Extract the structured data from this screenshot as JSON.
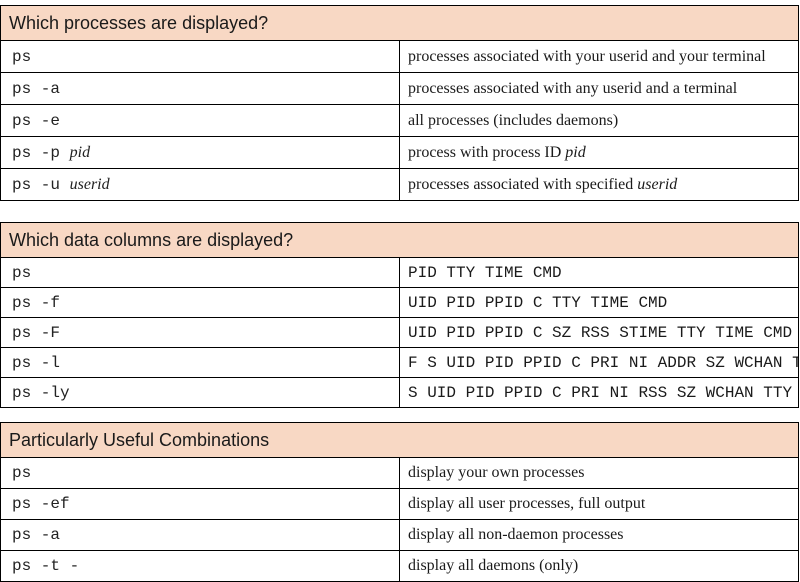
{
  "table1": {
    "title": "Which processes are displayed?",
    "rows": [
      {
        "cmd": "ps",
        "arg": "",
        "desc": "processes associated with your userid and your terminal",
        "desc_em": ""
      },
      {
        "cmd": "ps -a",
        "arg": "",
        "desc": "processes associated with any userid and a terminal",
        "desc_em": ""
      },
      {
        "cmd": "ps -e",
        "arg": "",
        "desc": "all processes (includes daemons)",
        "desc_em": ""
      },
      {
        "cmd": "ps -p",
        "arg": "pid",
        "desc": "process with process ID",
        "desc_em": "pid"
      },
      {
        "cmd": "ps -u",
        "arg": "userid",
        "desc": "processes associated with specified",
        "desc_em": "userid"
      }
    ]
  },
  "table2": {
    "title": "Which data columns are displayed?",
    "rows": [
      {
        "cmd": "ps",
        "cols": "PID TTY TIME CMD"
      },
      {
        "cmd": "ps -f",
        "cols": "UID PID PPID C TTY TIME CMD"
      },
      {
        "cmd": "ps -F",
        "cols": "UID PID PPID C SZ RSS STIME TTY TIME CMD"
      },
      {
        "cmd": "ps -l",
        "cols": "F S UID PID PPID C PRI NI ADDR SZ WCHAN TTY TIME CMD"
      },
      {
        "cmd": "ps -ly",
        "cols": "S UID PID PPID C PRI NI RSS SZ WCHAN TTY TIME CMD"
      }
    ]
  },
  "table3": {
    "title": "Particularly Useful Combinations",
    "rows": [
      {
        "cmd": "ps",
        "desc": "display your own processes"
      },
      {
        "cmd": "ps -ef",
        "desc": "display all user processes, full output"
      },
      {
        "cmd": "ps -a",
        "desc": "display all non-daemon processes"
      },
      {
        "cmd": "ps -t -",
        "desc": "display all daemons (only)"
      }
    ]
  }
}
